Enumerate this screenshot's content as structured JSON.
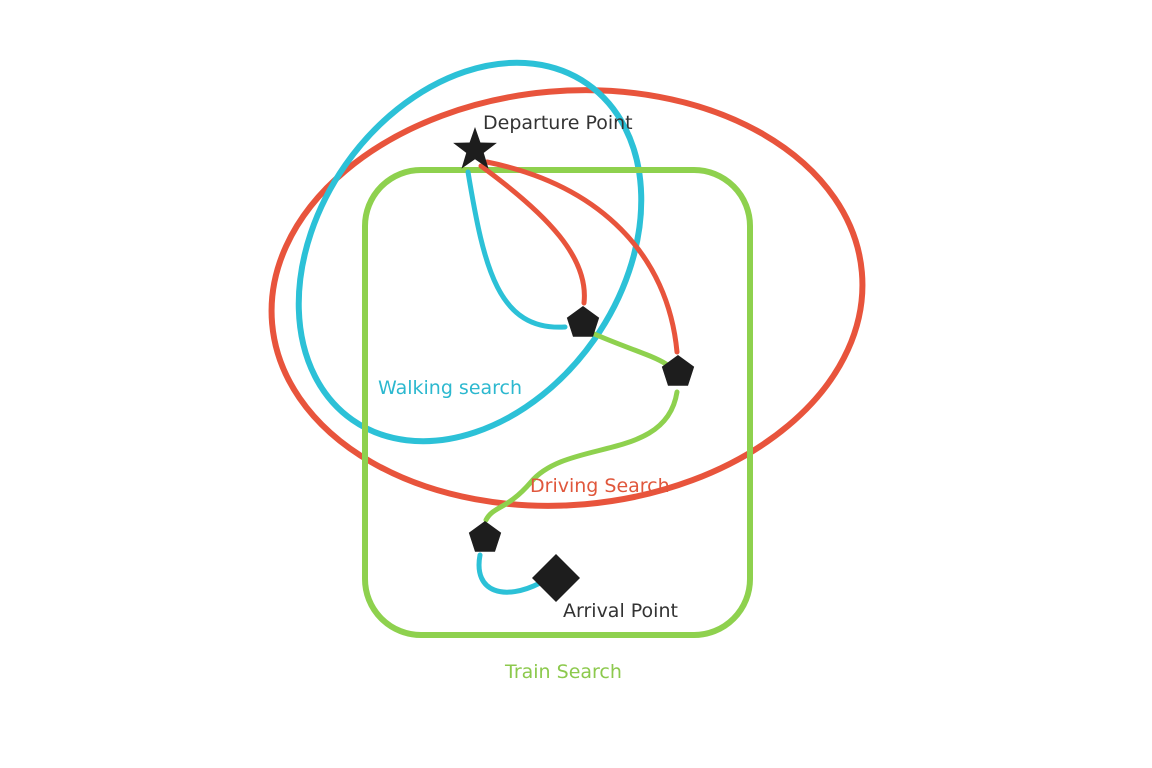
{
  "diagram": {
    "labels": {
      "departure_point": "Departure Point",
      "arrival_point": "Arrival Point",
      "walking_search": "Walking search",
      "driving_search": "Driving Search",
      "train_search": "Train Search"
    },
    "colors": {
      "walking": "#2cc1d7",
      "driving": "#e8543c",
      "train": "#8ed14e",
      "node_fill": "#1d1d1d",
      "label_text": "#333333"
    }
  },
  "diagram_data": {
    "type": "route-search-venn",
    "regions": [
      {
        "name": "walking-search-area",
        "shape": "ellipse",
        "color": "#2cc1d7",
        "label": "Walking search"
      },
      {
        "name": "driving-search-area",
        "shape": "ellipse",
        "color": "#e8543c",
        "label": "Driving Search"
      },
      {
        "name": "train-search-area",
        "shape": "rounded-rect",
        "color": "#8ed14e",
        "label": "Train Search"
      }
    ],
    "nodes": [
      {
        "name": "departure-point",
        "marker": "star",
        "label": "Departure Point"
      },
      {
        "name": "station-1",
        "marker": "pentagon",
        "label": ""
      },
      {
        "name": "station-2",
        "marker": "pentagon",
        "label": ""
      },
      {
        "name": "station-3",
        "marker": "pentagon",
        "label": ""
      },
      {
        "name": "arrival-point",
        "marker": "diamond",
        "label": "Arrival Point"
      }
    ],
    "edges": [
      {
        "from": "departure-point",
        "to": "station-1",
        "mode": "walking",
        "color": "#2cc1d7"
      },
      {
        "from": "departure-point",
        "to": "station-1",
        "mode": "driving",
        "color": "#e8543c"
      },
      {
        "from": "departure-point",
        "to": "station-2",
        "mode": "driving",
        "color": "#e8543c"
      },
      {
        "from": "station-1",
        "to": "station-2",
        "mode": "train",
        "color": "#8ed14e"
      },
      {
        "from": "station-2",
        "to": "station-3",
        "mode": "train",
        "color": "#8ed14e"
      },
      {
        "from": "station-3",
        "to": "arrival-point",
        "mode": "walking",
        "color": "#2cc1d7"
      }
    ]
  }
}
